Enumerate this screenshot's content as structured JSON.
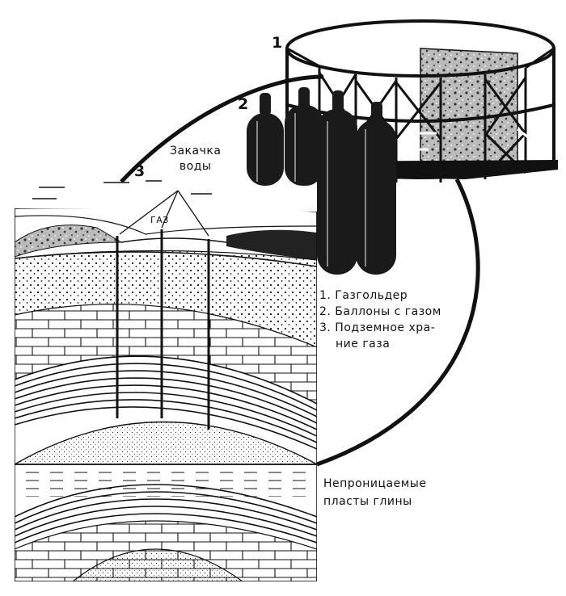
{
  "labels": {
    "marker_1": "1",
    "marker_2": "2",
    "marker_3": "3",
    "water_injection": [
      "Закачка",
      "воды"
    ],
    "gas": "ГАЗ",
    "legend": [
      "1. Газгольдер",
      "2. Баллоны с газом",
      "3. Подземное хра-",
      "ние газа"
    ],
    "clay": [
      "Непроницаемые",
      "пласты глины"
    ]
  },
  "colors": {
    "ink": "#111111",
    "paper": "#ffffff",
    "shade": "#555555"
  }
}
